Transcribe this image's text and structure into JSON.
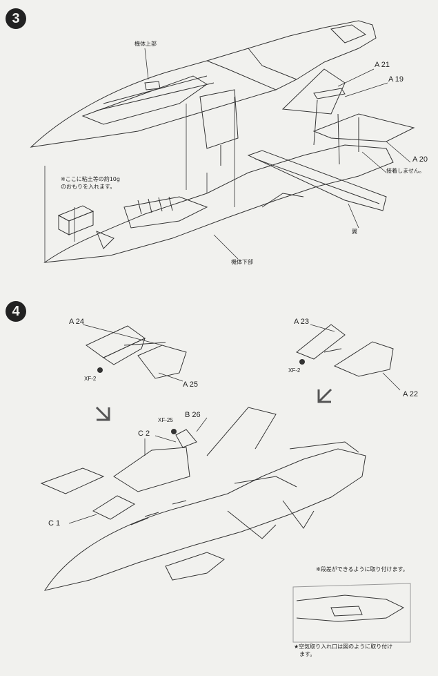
{
  "steps": [
    {
      "number": "3"
    },
    {
      "number": "4"
    }
  ],
  "step3": {
    "label_upper_fuselage": "機体上部",
    "label_lower_fuselage": "機体下部",
    "label_wing": "翼",
    "part_a21": "A 21",
    "part_a19": "A 19",
    "part_a20": "A 20",
    "note_no_glue": "接着しません。",
    "note_weight_line1": "※ここに粘土等の約10g",
    "note_weight_line2": "のおもりを入れます。"
  },
  "step4": {
    "part_a24": "A 24",
    "part_a25": "A 25",
    "part_a23": "A 23",
    "part_a22": "A 22",
    "part_b26": "B 26",
    "part_c2": "C 2",
    "part_c1": "C 1",
    "paint_xf2_left": "XF-2",
    "paint_xf2_right": "XF-2",
    "paint_xf25": "XF-25",
    "note_step_line": "※段差ができるように取り付けます。",
    "note_intake_line1": "★空気取り入れ口は図のように取り付け",
    "note_intake_line2": "ます。"
  },
  "colors": {
    "paper": "#f1f1ee",
    "ink": "#222222"
  }
}
